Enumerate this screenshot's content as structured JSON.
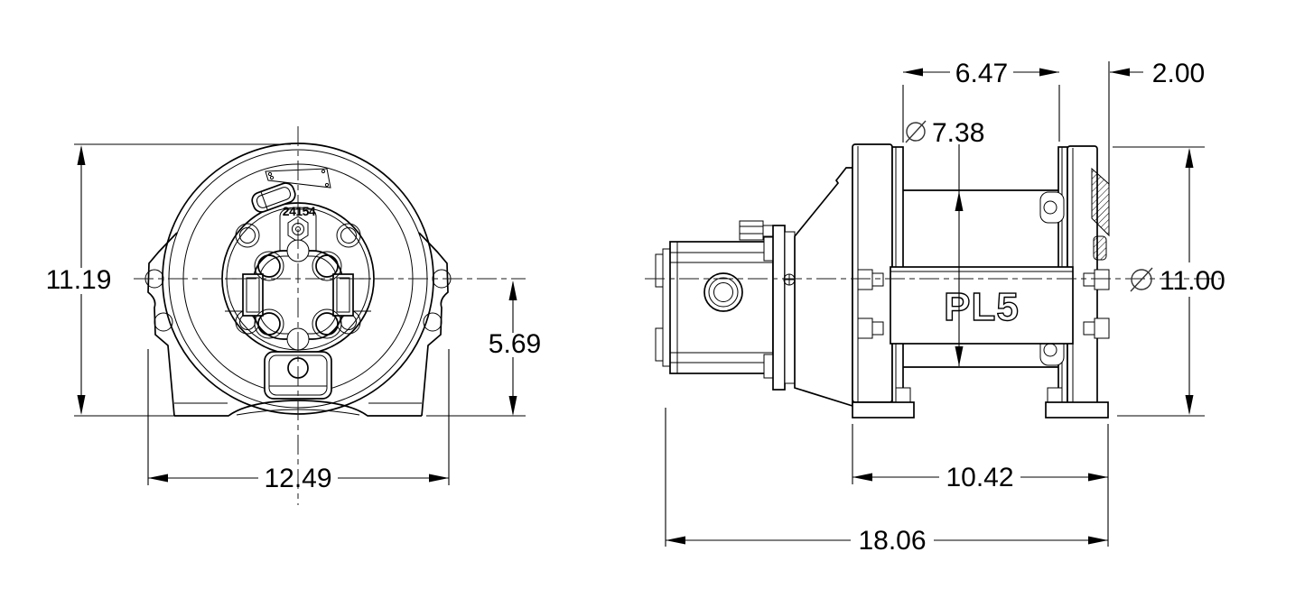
{
  "labels": {
    "model": "PL5",
    "serial_number": "24154"
  },
  "front_view": {
    "dims": {
      "height": "11.19",
      "width": "12.49",
      "center_to_base": "5.69"
    }
  },
  "side_view": {
    "dims": {
      "drum_width": "6.47",
      "end_width": "2.00",
      "barrel_diameter": "7.38",
      "flange_diameter": "11.00",
      "frame_length": "10.42",
      "overall_length": "18.06"
    }
  },
  "colors": {
    "line": "#000000",
    "text": "#000000",
    "background": "#ffffff"
  }
}
